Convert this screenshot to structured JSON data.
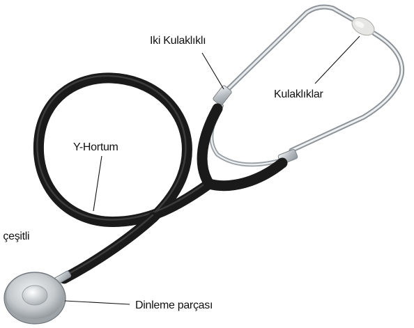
{
  "labels": {
    "earpieces": "Kulaklıklar",
    "binaural": "Iki Kulaklıklı",
    "y_tube": "Y-Hortum",
    "chest_piece": "Dinleme parçası",
    "cut_off": "i çeşitli"
  },
  "colors": {
    "tubing": "#1a1a1a",
    "metal": "#c8ccd0",
    "ear_tip": "#e6e6e4",
    "text": "#111111",
    "background": "#ffffff"
  }
}
